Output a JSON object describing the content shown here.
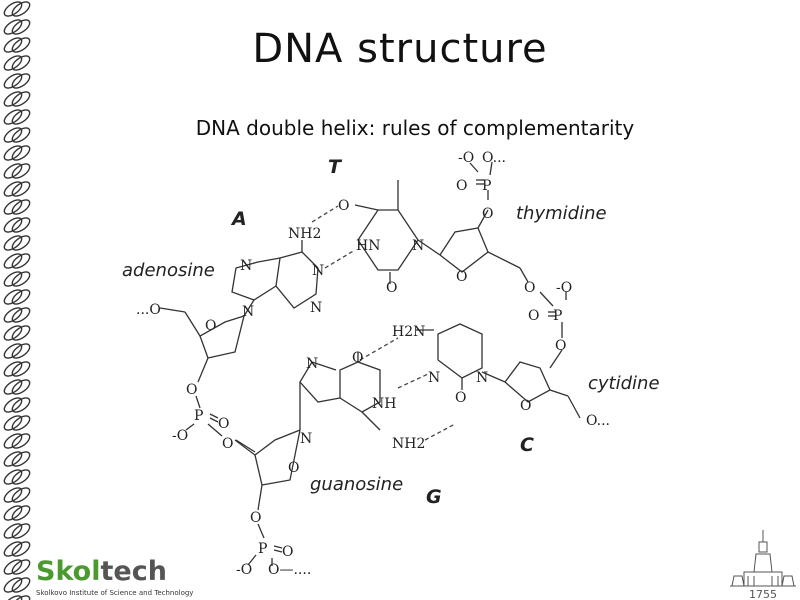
{
  "title": "DNA structure",
  "subtitle": "DNA double helix: rules of complementarity",
  "nucleosides": {
    "adenosine": "adenosine",
    "thymidine": "thymidine",
    "cytidine": "cytidine",
    "guanosine": "guanosine"
  },
  "bases": {
    "a": "A",
    "t": "T",
    "c": "C",
    "g": "G"
  },
  "atoms": {
    "nh2": "NH2",
    "h2n": "H2N",
    "hn": "HN",
    "nh": "NH",
    "n": "N",
    "o": "O",
    "p": "P",
    "o_minus": "-O",
    "o_dots": "O...",
    "dots_o": "...O",
    "o_dash_dots": "O—...."
  },
  "logo": {
    "name_skol": "Skol",
    "name_tech": "tech",
    "tagline": "Skolkovo Institute of Science and Technology"
  },
  "crest_year": "1755",
  "colors": {
    "logo_green": "#4a9a2f",
    "logo_gray": "#555555",
    "text": "#222222"
  }
}
